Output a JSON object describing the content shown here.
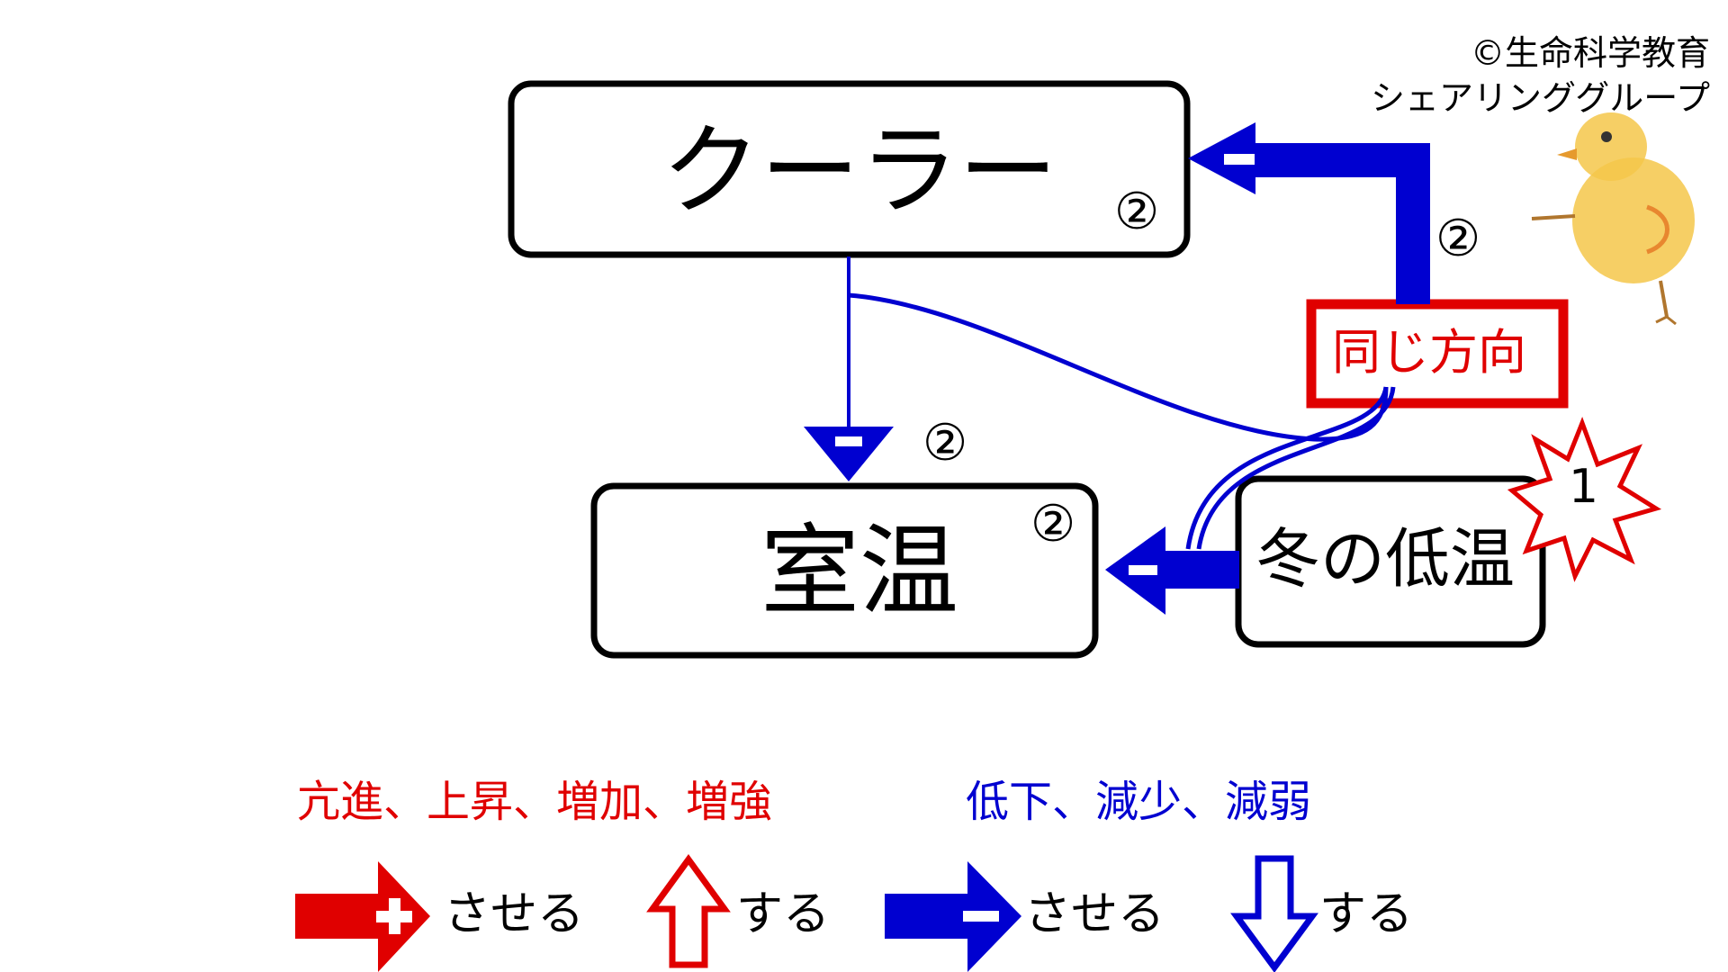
{
  "copyright": {
    "line1": "©生命科学教育",
    "line2": "シェアリンググループ"
  },
  "nodes": {
    "cooler": {
      "label": "クーラー",
      "badge": "②"
    },
    "room_temp": {
      "label": "室温",
      "badge": "②"
    },
    "winter_cold": {
      "label": "冬の低温"
    },
    "same_direction": {
      "label": "同じ方向"
    }
  },
  "annotations": {
    "arrow_badge_top": "②",
    "arrow_badge_mid": "②",
    "burst_number": "1"
  },
  "legend": {
    "red_terms": "亢進、上昇、増加、増強",
    "blue_terms": "低下、減少、減弱",
    "plus_arrow_text": "させる",
    "up_arrow_text": "する",
    "minus_arrow_text": "させる",
    "down_arrow_text": "する"
  },
  "colors": {
    "red": "#e00000",
    "blue": "#0000d0",
    "black": "#000000"
  }
}
